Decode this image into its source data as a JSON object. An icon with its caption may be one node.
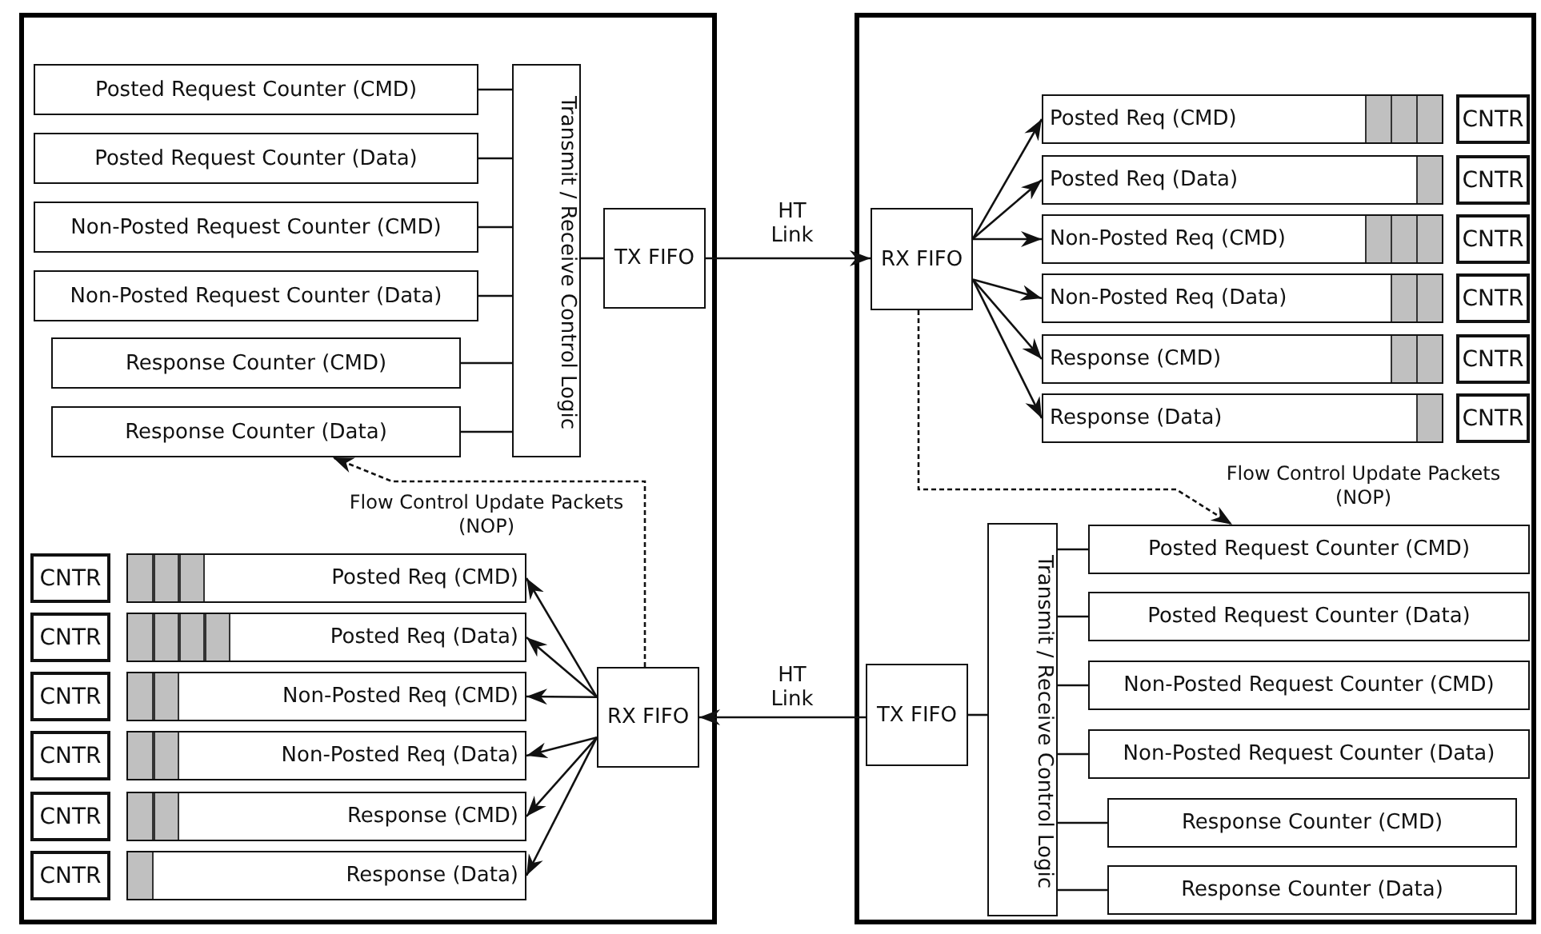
{
  "diagram": {
    "nodes": [
      {
        "text": [],
        "shape": "box"
      },
      {
        "text": [
          "Posted Request Counter (CMD)"
        ],
        "in": 0
      },
      {
        "text": [
          "Posted Request Counter (Data)"
        ],
        "in": 0
      },
      {
        "text": [
          "Non-Posted Request Counter (CMD)"
        ],
        "in": 0
      },
      {
        "text": [
          "Non-Posted Request Counter (Data)"
        ],
        "in": 0
      },
      {
        "text": [
          "Response Counter (CMD)"
        ],
        "in": 0
      },
      {
        "text": [
          "Response Counter (Data)"
        ],
        "in": 0
      },
      {
        "text": [
          "Transmit / Receive Control Logic"
        ],
        "in": 0
      },
      {
        "text": [
          "TX FIFO"
        ],
        "in": 0
      },
      {
        "text": [
          "RX FIFO"
        ],
        "in": 0
      },
      {
        "text": [
          "CNTR"
        ],
        "in": 0
      },
      {
        "text": [
          "CNTR"
        ],
        "in": 0
      },
      {
        "text": [
          "CNTR"
        ],
        "in": 0
      },
      {
        "text": [
          "CNTR"
        ],
        "in": 0
      },
      {
        "text": [
          "CNTR"
        ],
        "in": 0
      },
      {
        "text": [
          "CNTR"
        ],
        "in": 0
      },
      {
        "text": [
          "Posted Req (CMD)"
        ],
        "in": 0
      },
      {
        "text": [
          "Posted Req (Data)"
        ],
        "in": 0
      },
      {
        "text": [
          "Non-Posted Req (CMD)"
        ],
        "in": 0
      },
      {
        "text": [
          "Non-Posted Req (Data)"
        ],
        "in": 0
      },
      {
        "text": [
          "Response (CMD)"
        ],
        "in": 0
      },
      {
        "text": [
          "Response (Data)"
        ],
        "in": 0
      },
      {
        "text": [],
        "shape": "box"
      },
      {
        "text": [
          "RX FIFO"
        ],
        "in": 22
      },
      {
        "text": [
          "Posted Req (CMD)"
        ],
        "in": 22
      },
      {
        "text": [
          "Posted Req (Data)"
        ],
        "in": 22
      },
      {
        "text": [
          "Non-Posted Req (CMD)"
        ],
        "in": 22
      },
      {
        "text": [
          "Non-Posted Req (Data)"
        ],
        "in": 22
      },
      {
        "text": [
          "Response (CMD)"
        ],
        "in": 22
      },
      {
        "text": [
          "Response (Data)"
        ],
        "in": 22
      },
      {
        "text": [
          "CNTR"
        ],
        "in": 22
      },
      {
        "text": [
          "CNTR"
        ],
        "in": 22
      },
      {
        "text": [
          "CNTR"
        ],
        "in": 22
      },
      {
        "text": [
          "CNTR"
        ],
        "in": 22
      },
      {
        "text": [
          "CNTR"
        ],
        "in": 22
      },
      {
        "text": [
          "CNTR"
        ],
        "in": 22
      },
      {
        "text": [
          "TX FIFO"
        ],
        "in": 22
      },
      {
        "text": [
          "Transmit / Receive Control Logic"
        ],
        "in": 22
      },
      {
        "text": [
          "Posted Request Counter (CMD)"
        ],
        "in": 22
      },
      {
        "text": [
          "Posted Request Counter (Data)"
        ],
        "in": 22
      },
      {
        "text": [
          "Non-Posted Request Counter (CMD)"
        ],
        "in": 22
      },
      {
        "text": [
          "Non-Posted Request Counter (Data)"
        ],
        "in": 22
      },
      {
        "text": [
          "Response Counter (CMD)"
        ],
        "in": 22
      },
      {
        "text": [
          "Response Counter (Data)"
        ],
        "in": 22
      }
    ],
    "edges": [
      {
        "from": 1,
        "to": 7,
        "arrow": "none"
      },
      {
        "from": 2,
        "to": 7,
        "arrow": "none"
      },
      {
        "from": 3,
        "to": 7,
        "arrow": "none"
      },
      {
        "from": 4,
        "to": 7,
        "arrow": "none"
      },
      {
        "from": 5,
        "to": 7,
        "arrow": "none"
      },
      {
        "from": 6,
        "to": 7,
        "arrow": "none"
      },
      {
        "from": 7,
        "to": 8,
        "arrow": "none"
      },
      {
        "from": 8,
        "to": 23,
        "arrow": "to",
        "label": "HT Link"
      },
      {
        "from": 23,
        "to": 24,
        "arrow": "to"
      },
      {
        "from": 23,
        "to": 25,
        "arrow": "to"
      },
      {
        "from": 23,
        "to": 26,
        "arrow": "to"
      },
      {
        "from": 23,
        "to": 27,
        "arrow": "to"
      },
      {
        "from": 23,
        "to": 28,
        "arrow": "to"
      },
      {
        "from": 23,
        "to": 29,
        "arrow": "to"
      },
      {
        "from": 23,
        "to": 38,
        "arrow": "to",
        "style": "dashed",
        "label": "Flow Control Update Packets (NOP)"
      },
      {
        "from": 38,
        "to": 37,
        "arrow": "none"
      },
      {
        "from": 39,
        "to": 37,
        "arrow": "none"
      },
      {
        "from": 40,
        "to": 37,
        "arrow": "none"
      },
      {
        "from": 41,
        "to": 37,
        "arrow": "none"
      },
      {
        "from": 42,
        "to": 37,
        "arrow": "none"
      },
      {
        "from": 43,
        "to": 37,
        "arrow": "none"
      },
      {
        "from": 37,
        "to": 36,
        "arrow": "none"
      },
      {
        "from": 36,
        "to": 9,
        "arrow": "to",
        "label": "HT Link"
      },
      {
        "from": 9,
        "to": 16,
        "arrow": "to"
      },
      {
        "from": 9,
        "to": 17,
        "arrow": "to"
      },
      {
        "from": 9,
        "to": 18,
        "arrow": "to"
      },
      {
        "from": 9,
        "to": 19,
        "arrow": "to"
      },
      {
        "from": 9,
        "to": 20,
        "arrow": "to"
      },
      {
        "from": 9,
        "to": 21,
        "arrow": "to"
      },
      {
        "from": 9,
        "to": 6,
        "arrow": "to",
        "style": "dashed",
        "label": "Flow Control Update Packets (NOP)"
      }
    ]
  }
}
